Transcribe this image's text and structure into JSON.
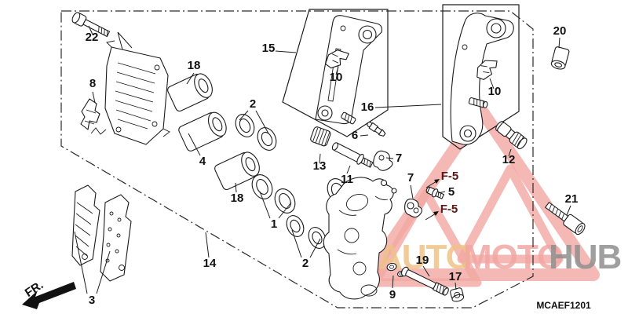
{
  "diagram": {
    "code": "MCAEF1201",
    "fr_label": "FR.",
    "f5_label": "F-5",
    "f5_color": "#5c1515",
    "line_color": "#1c1c1c",
    "background": "#ffffff",
    "watermark": {
      "auto": "AUTO",
      "moto": "MOTO",
      "hub": "HUB",
      "auto_color": "#efc387",
      "moto_color": "#f2a7a3",
      "hub_color": "#8f8f8f",
      "triangle_color": "#f2a7a3"
    },
    "labels": [
      {
        "text": "22"
      },
      {
        "text": "8"
      },
      {
        "text": "18"
      },
      {
        "text": "2"
      },
      {
        "text": "15"
      },
      {
        "text": "10"
      },
      {
        "text": "16"
      },
      {
        "text": "10"
      },
      {
        "text": "20"
      },
      {
        "text": "6"
      },
      {
        "text": "13"
      },
      {
        "text": "11"
      },
      {
        "text": "7"
      },
      {
        "text": "7"
      },
      {
        "text": "5"
      },
      {
        "text": "12"
      },
      {
        "text": "21"
      },
      {
        "text": "19"
      },
      {
        "text": "9"
      },
      {
        "text": "17"
      },
      {
        "text": "3"
      },
      {
        "text": "1"
      },
      {
        "text": "2"
      },
      {
        "text": "4"
      },
      {
        "text": "18"
      },
      {
        "text": "14"
      }
    ]
  }
}
